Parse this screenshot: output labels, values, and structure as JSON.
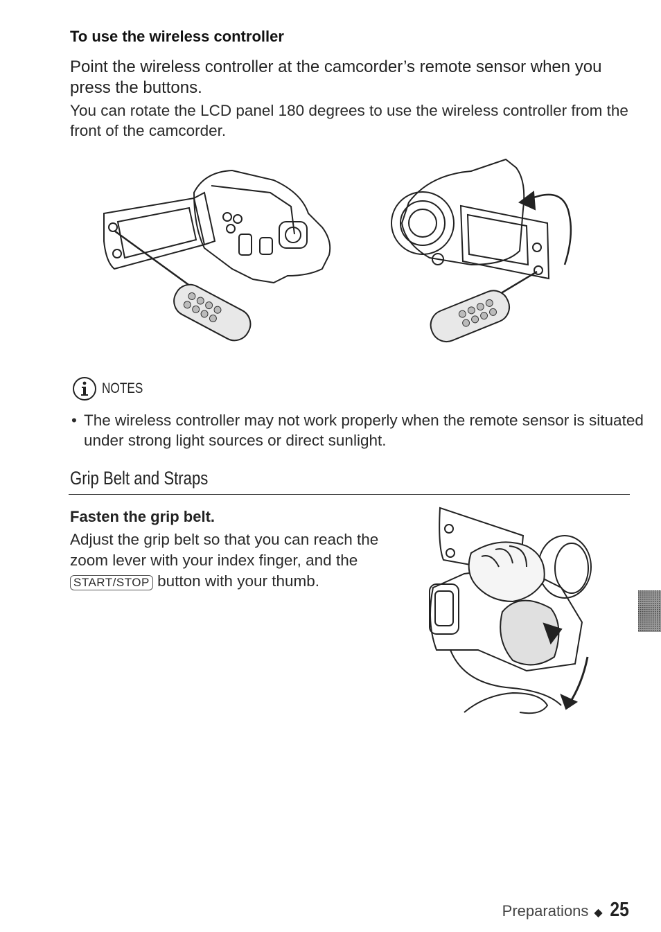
{
  "heading": "To use the wireless controller",
  "intro": "Point the wireless controller at the camcorder’s remote sensor when you press the buttons.",
  "detail": "You can rotate the LCD panel 180 degrees to use the wireless controller from the front of the camcorder.",
  "notes": {
    "title": "NOTES",
    "icon": "info-icon",
    "items": [
      "The wireless controller may not work properly when the remote sensor is situated under strong light sources or direct sunlight."
    ]
  },
  "grip": {
    "heading": "Grip Belt and Straps",
    "step_heading": "Fasten the grip belt.",
    "instruction_before": "Adjust the grip belt so that you can reach the zoom lever with your index finger, and the",
    "button_label": "START/STOP",
    "instruction_after": "button with your thumb."
  },
  "footer": {
    "section": "Preparations",
    "separator": "◆",
    "page": "25"
  }
}
